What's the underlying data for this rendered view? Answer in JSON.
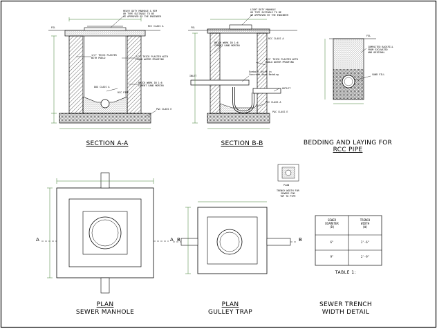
{
  "sheet": {
    "border_color": "#000000",
    "line_color": "#000000",
    "dimension_color": "#3a7d2c",
    "hatch_color": "#222222"
  },
  "section_aa": {
    "title": "SECTION A-A",
    "notes": [
      "HEAVY DUTY MANHOLE & RIM",
      "OR TYPE SUITABLE TO BE",
      "AS APPROVED BY THE ENGINEER",
      "RCC CLASS A",
      "1/2\" THICK PLASTER",
      "WITH PUDLO",
      "1/2\" THICK PLASTER WITH",
      "PUDLO WATER PROOFING",
      "DOG CLASS A",
      "RCC PIPE",
      "BRICK WORK IN 1:6",
      "CEMENT SAND MORTAR",
      "P&C CLASS E"
    ],
    "fgl_label": "FGL"
  },
  "section_bb": {
    "title": "SECTION B-B",
    "notes": [
      "LIGHT DUTY MANHOLE",
      "OR TYPE SUITABLE TO BE",
      "AS APPROVED BY THE ENGINEER",
      "RCC CLASS A",
      "BRICK WORK IN 1:6",
      "CEMENT SAND MORTAR",
      "1/2\" THICK PLASTER WITH",
      "PUDLO WATER PROOFING",
      "Eyebolt inlet in",
      "Concrete Sand Bedding",
      "OUTLET",
      "PCC CLASS A",
      "P&C CLASS E",
      "INLET"
    ],
    "fgl_label": "FGL"
  },
  "bedding": {
    "title_line1": "BEDDING AND LAYING FOR",
    "title_line2": "RCC PIPE",
    "notes": [
      "FGL",
      "COMPACTED BACKFILL",
      "FROM EXCAVATED",
      "AND ORIGINAL",
      "SAND FILL"
    ]
  },
  "plan_manhole": {
    "title_line1": "PLAN",
    "title_line2": "SEWER MANHOLE",
    "section_mark": "A"
  },
  "plan_gulley": {
    "title_line1": "PLAN",
    "title_line2": "GULLEY TRAP",
    "section_mark": "B"
  },
  "trench_table": {
    "caption": "TABLE 1:",
    "headers": [
      "SEWER\nDIAMETER\n(D)",
      "TRENCH\nWIDTH\n(W)"
    ],
    "rows": [
      [
        "6\"",
        "2'-6\""
      ],
      [
        "9\"",
        "2'-9\""
      ]
    ]
  },
  "sewer_trench": {
    "title_line1": "SEWER TRENCH",
    "title_line2": "WIDTH DETAIL",
    "key_label": "PLAN",
    "key_note": "TRENCH WIDTH FOR\nSEWERS FOR\nTOP TO PIPE"
  }
}
